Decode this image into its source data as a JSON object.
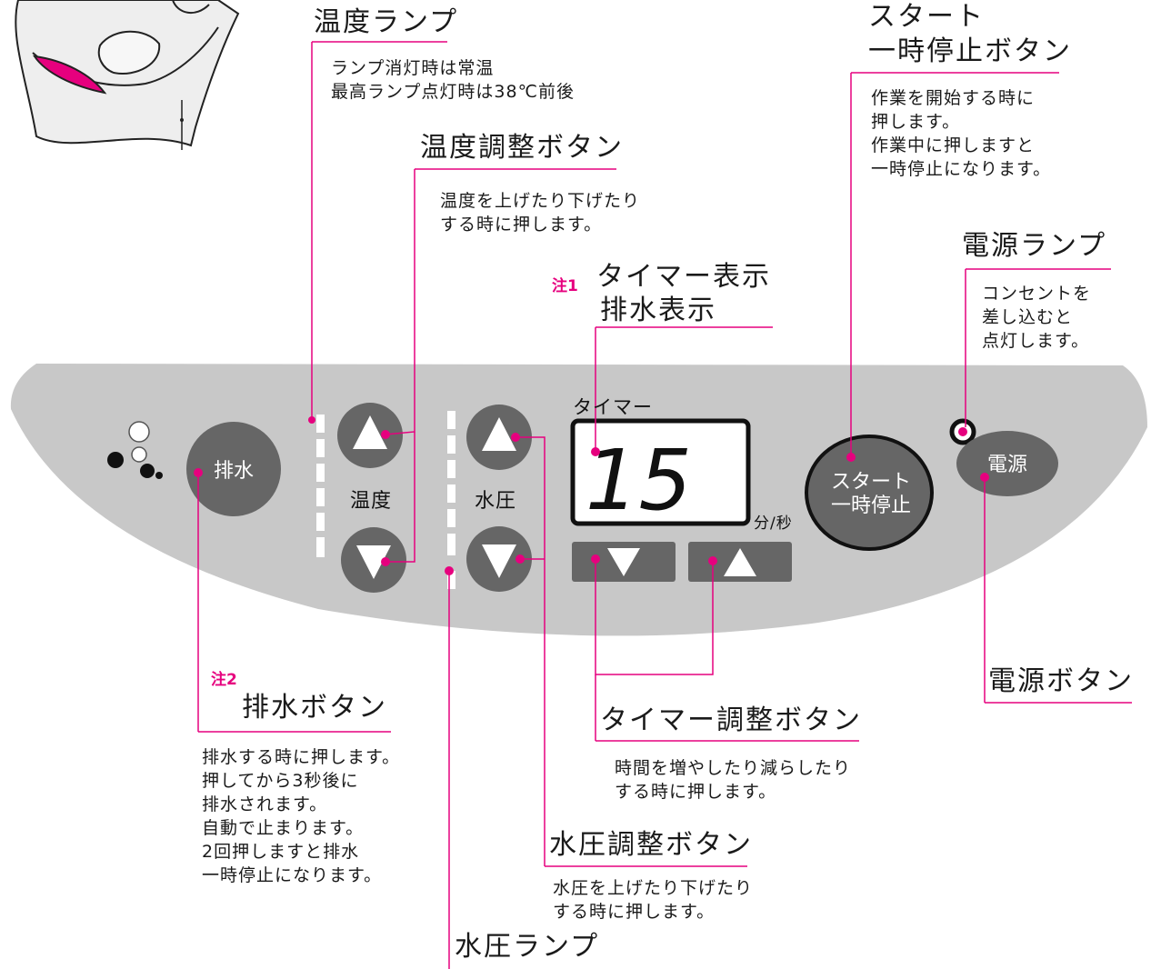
{
  "colors": {
    "accent": "#e6007e",
    "panel": "#c8c8c8",
    "button": "#666666",
    "line": "#333333"
  },
  "labels": {
    "temp_lamp": {
      "title": "温度ランプ",
      "desc": "ランプ消灯時は常温\n最高ランプ点灯時は38℃前後"
    },
    "temp_adjust": {
      "title": "温度調整ボタン",
      "desc": "温度を上げたり下げたり\nする時に押します。"
    },
    "timer_display": {
      "note": "注1",
      "title1": "タイマー表示",
      "title2": "排水表示"
    },
    "start_pause": {
      "title1": "スタート",
      "title2": "一時停止ボタン",
      "desc": "作業を開始する時に\n押します。\n作業中に押しますと\n一時停止になります。"
    },
    "power_lamp": {
      "title": "電源ランプ",
      "desc": "コンセントを\n差し込むと\n点灯します。"
    },
    "drain_button": {
      "note": "注2",
      "title": "排水ボタン",
      "desc": "排水する時に押します。\n押してから3秒後に\n排水されます。\n自動で止まります。\n2回押しますと排水\n一時停止になります。"
    },
    "timer_adjust": {
      "title": "タイマー調整ボタン",
      "desc": "時間を増やしたり減らしたり\nする時に押します。"
    },
    "water_pressure_adjust": {
      "title": "水圧調整ボタン",
      "desc": "水圧を上げたり下げたり\nする時に押します。"
    },
    "water_pressure_lamp": {
      "title": "水圧ランプ"
    },
    "power_button": {
      "title": "電源ボタン"
    }
  },
  "panel": {
    "drain_btn": "排水",
    "temp_label": "温度",
    "pressure_label": "水圧",
    "timer_label": "タイマー",
    "timer_value": "15",
    "timer_unit": "分/秒",
    "start_line1": "スタート",
    "start_line2": "一時停止",
    "power_btn": "電源"
  }
}
